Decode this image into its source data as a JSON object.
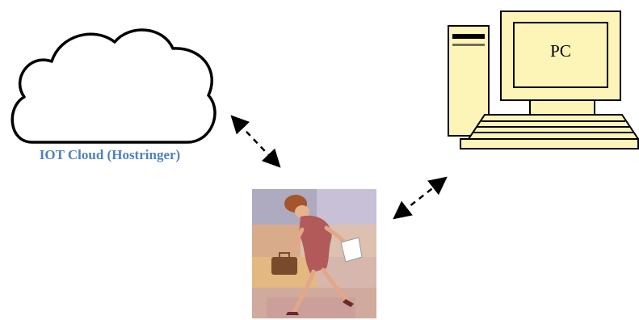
{
  "cloud": {
    "caption": "IOT Cloud (Hostringer)",
    "caption_color": "#4f81bd"
  },
  "pc": {
    "label": "PC",
    "body_color": "#fdf5b8",
    "outline_color": "#000000"
  },
  "user": {
    "icon": "walking-woman-with-briefcase-icon"
  },
  "connections": [
    {
      "from": "cloud",
      "to": "user",
      "style": "dashed-bidirectional"
    },
    {
      "from": "user",
      "to": "pc",
      "style": "dashed-bidirectional"
    }
  ]
}
